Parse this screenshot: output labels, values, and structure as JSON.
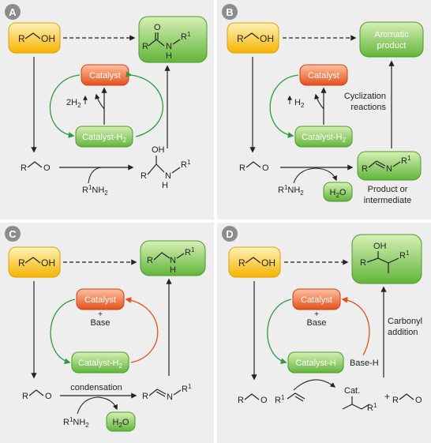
{
  "colors": {
    "panel_bg": "#eeeeee",
    "divider": "#ffffff",
    "yellow_top": "#ffe79a",
    "yellow_bottom": "#f7b500",
    "orange_top": "#ffb08a",
    "orange_bottom": "#e8531d",
    "green_top": "#c6e89e",
    "green_bottom": "#6cbb43",
    "green_stroke": "#4d9a2e",
    "green_arrow": "#39a34a",
    "orange_arrow": "#e8531d",
    "text": "#222222",
    "badge_bg": "#8c8c8c",
    "badge_text": "#ffffff"
  },
  "panels": {
    "A": {
      "badge": "A",
      "catalyst": "Catalyst",
      "catalyst_h2": "Catalyst-H",
      "catalyst_h2_sub": "2",
      "byproduct": "2H",
      "byproduct_sub": "2",
      "amine": "R",
      "amine_sup": "1",
      "amine_rest": "NH",
      "amine_sub": "2"
    },
    "B": {
      "badge": "B",
      "catalyst": "Catalyst",
      "catalyst_h2": "Catalyst-H",
      "catalyst_h2_sub": "2",
      "byproduct": "H",
      "byproduct_sub": "2",
      "product_line1": "Aromatic",
      "product_line2": "product",
      "cyclization_line1": "Cyclization",
      "cyclization_line2": "reactions",
      "water": "H",
      "water_sub": "2",
      "water_rest": "O",
      "amine": "R",
      "amine_sup": "1",
      "amine_rest": "NH",
      "amine_sub": "2",
      "label_line1": "Product or",
      "label_line2": "intermediate"
    },
    "C": {
      "badge": "C",
      "catalyst": "Catalyst",
      "plus": "+",
      "base": "Base",
      "catalyst_h2": "Catalyst-H",
      "catalyst_h2_sub": "2",
      "condensation": "condensation",
      "water": "H",
      "water_sub": "2",
      "water_rest": "O",
      "amine": "R",
      "amine_sup": "1",
      "amine_rest": "NH",
      "amine_sub": "2"
    },
    "D": {
      "badge": "D",
      "catalyst": "Catalyst",
      "plus": "+",
      "base": "Base",
      "catalyst_h": "Catalyst-H",
      "base_h": "Base-H",
      "carbonyl_line1": "Carbonyl",
      "carbonyl_line2": "addition",
      "cat_label": "Cat.",
      "plus_sign": "+"
    }
  },
  "chem": {
    "R": "R",
    "OH": "OH",
    "O": "O",
    "N": "N",
    "H": "H",
    "R1": "R",
    "sup1": "1"
  }
}
